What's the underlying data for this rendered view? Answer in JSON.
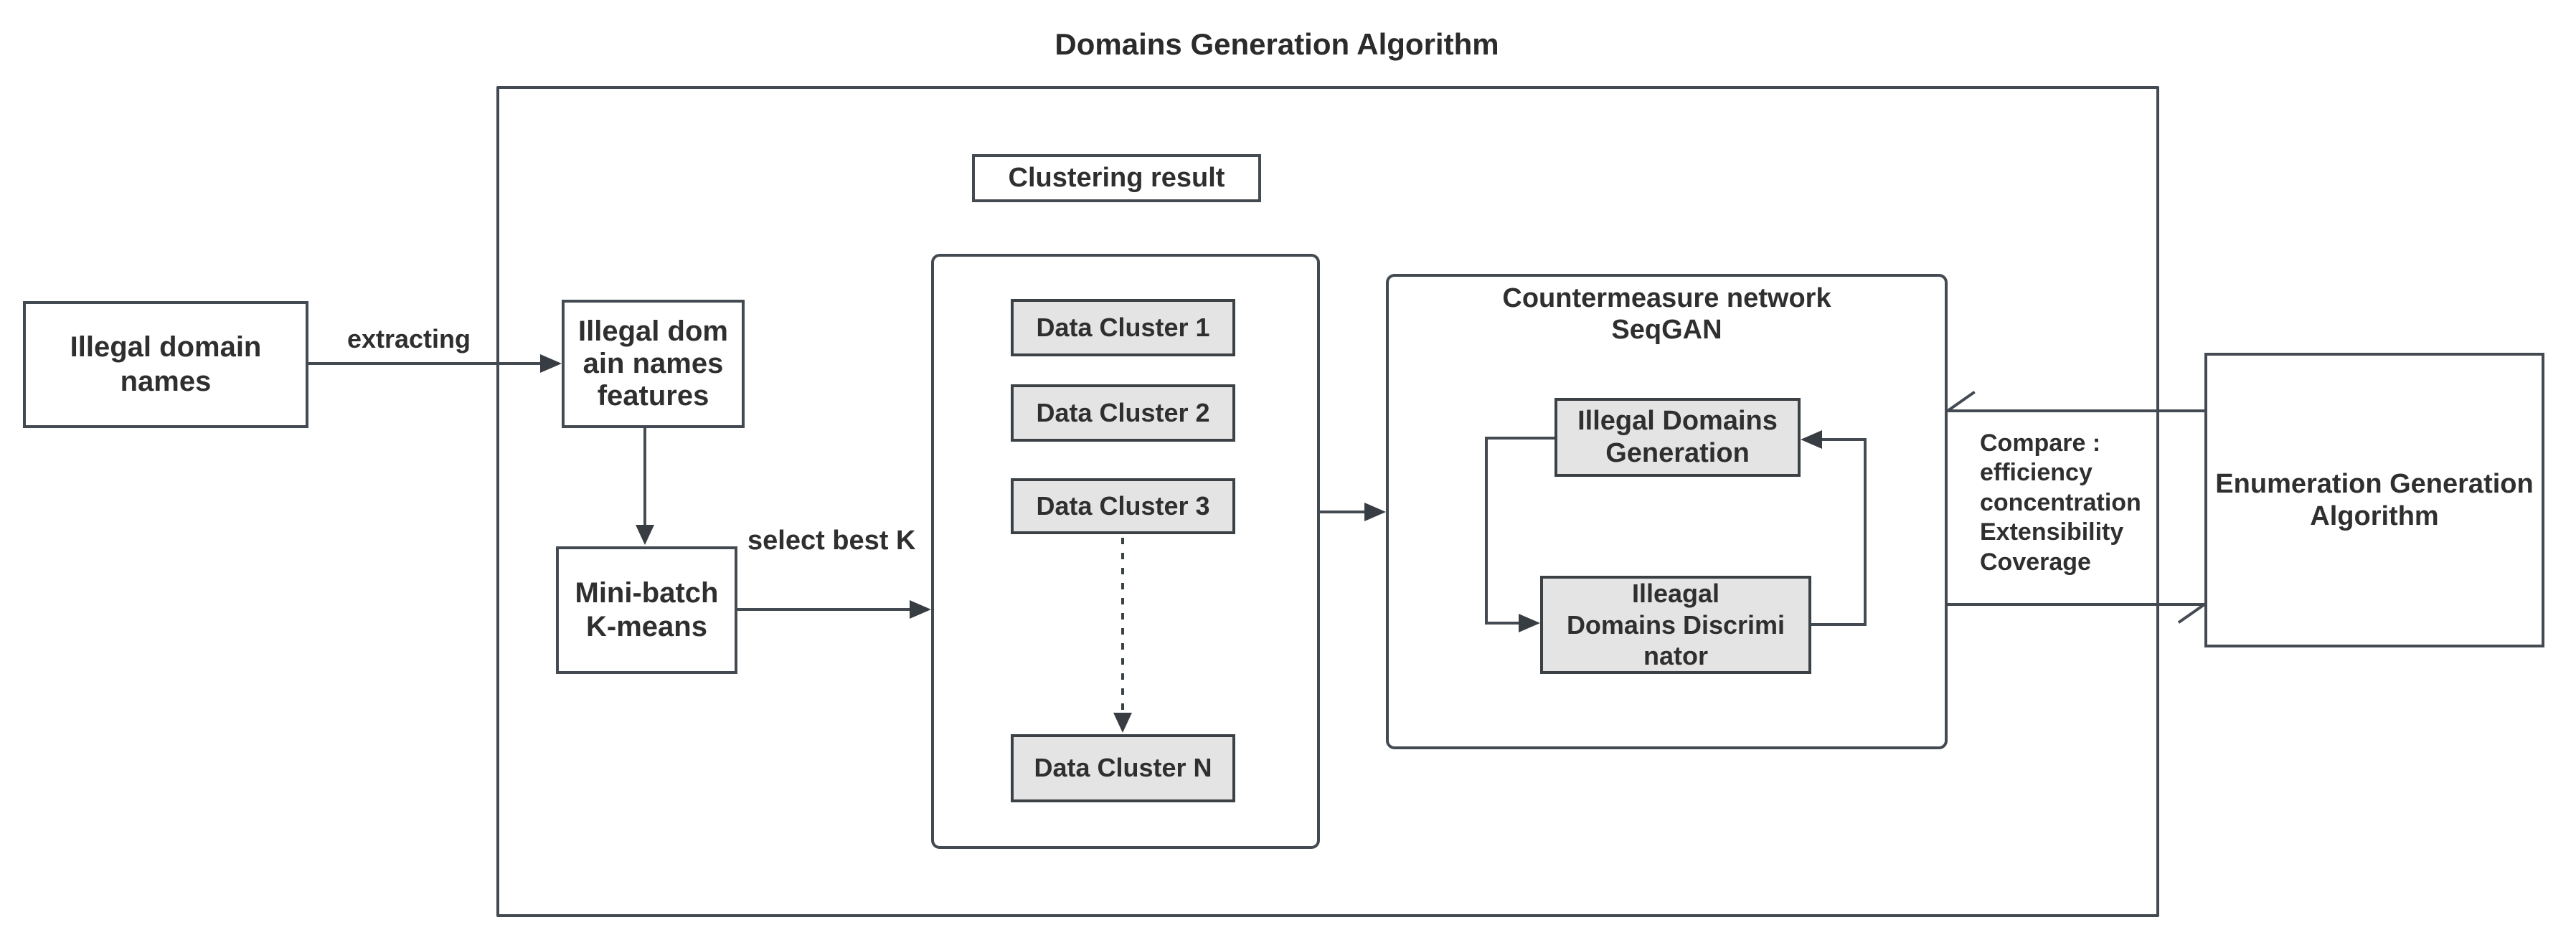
{
  "title": "Domains Generation Algorithm",
  "colors": {
    "line": "#444a51",
    "box_border": "#444a51",
    "gray_fill": "#e4e4e4",
    "text": "#2f2f2f",
    "background": "#ffffff"
  },
  "nodes": {
    "illegal_domain_names": "Illegal domain\nnames",
    "features": "Illegal dom\nain names\nfeatures",
    "mini_batch": "Mini-batch\nK-means",
    "clustering_result": "Clustering result",
    "clusters": [
      "Data Cluster 1",
      "Data Cluster 2",
      "Data Cluster 3",
      "Data Cluster N"
    ],
    "seqgan_title": "Countermeasure network\nSeqGAN",
    "generator": "Illegal Domains\nGeneration",
    "discriminator": "Illeagal\nDomains Discrimi\nnator",
    "enumeration": "Enumeration Generation\nAlgorithm"
  },
  "labels": {
    "extracting": "extracting",
    "select_best_k": "select best K",
    "compare": "Compare :\nefficiency\nconcentration\nExtensibility\nCoverage"
  }
}
